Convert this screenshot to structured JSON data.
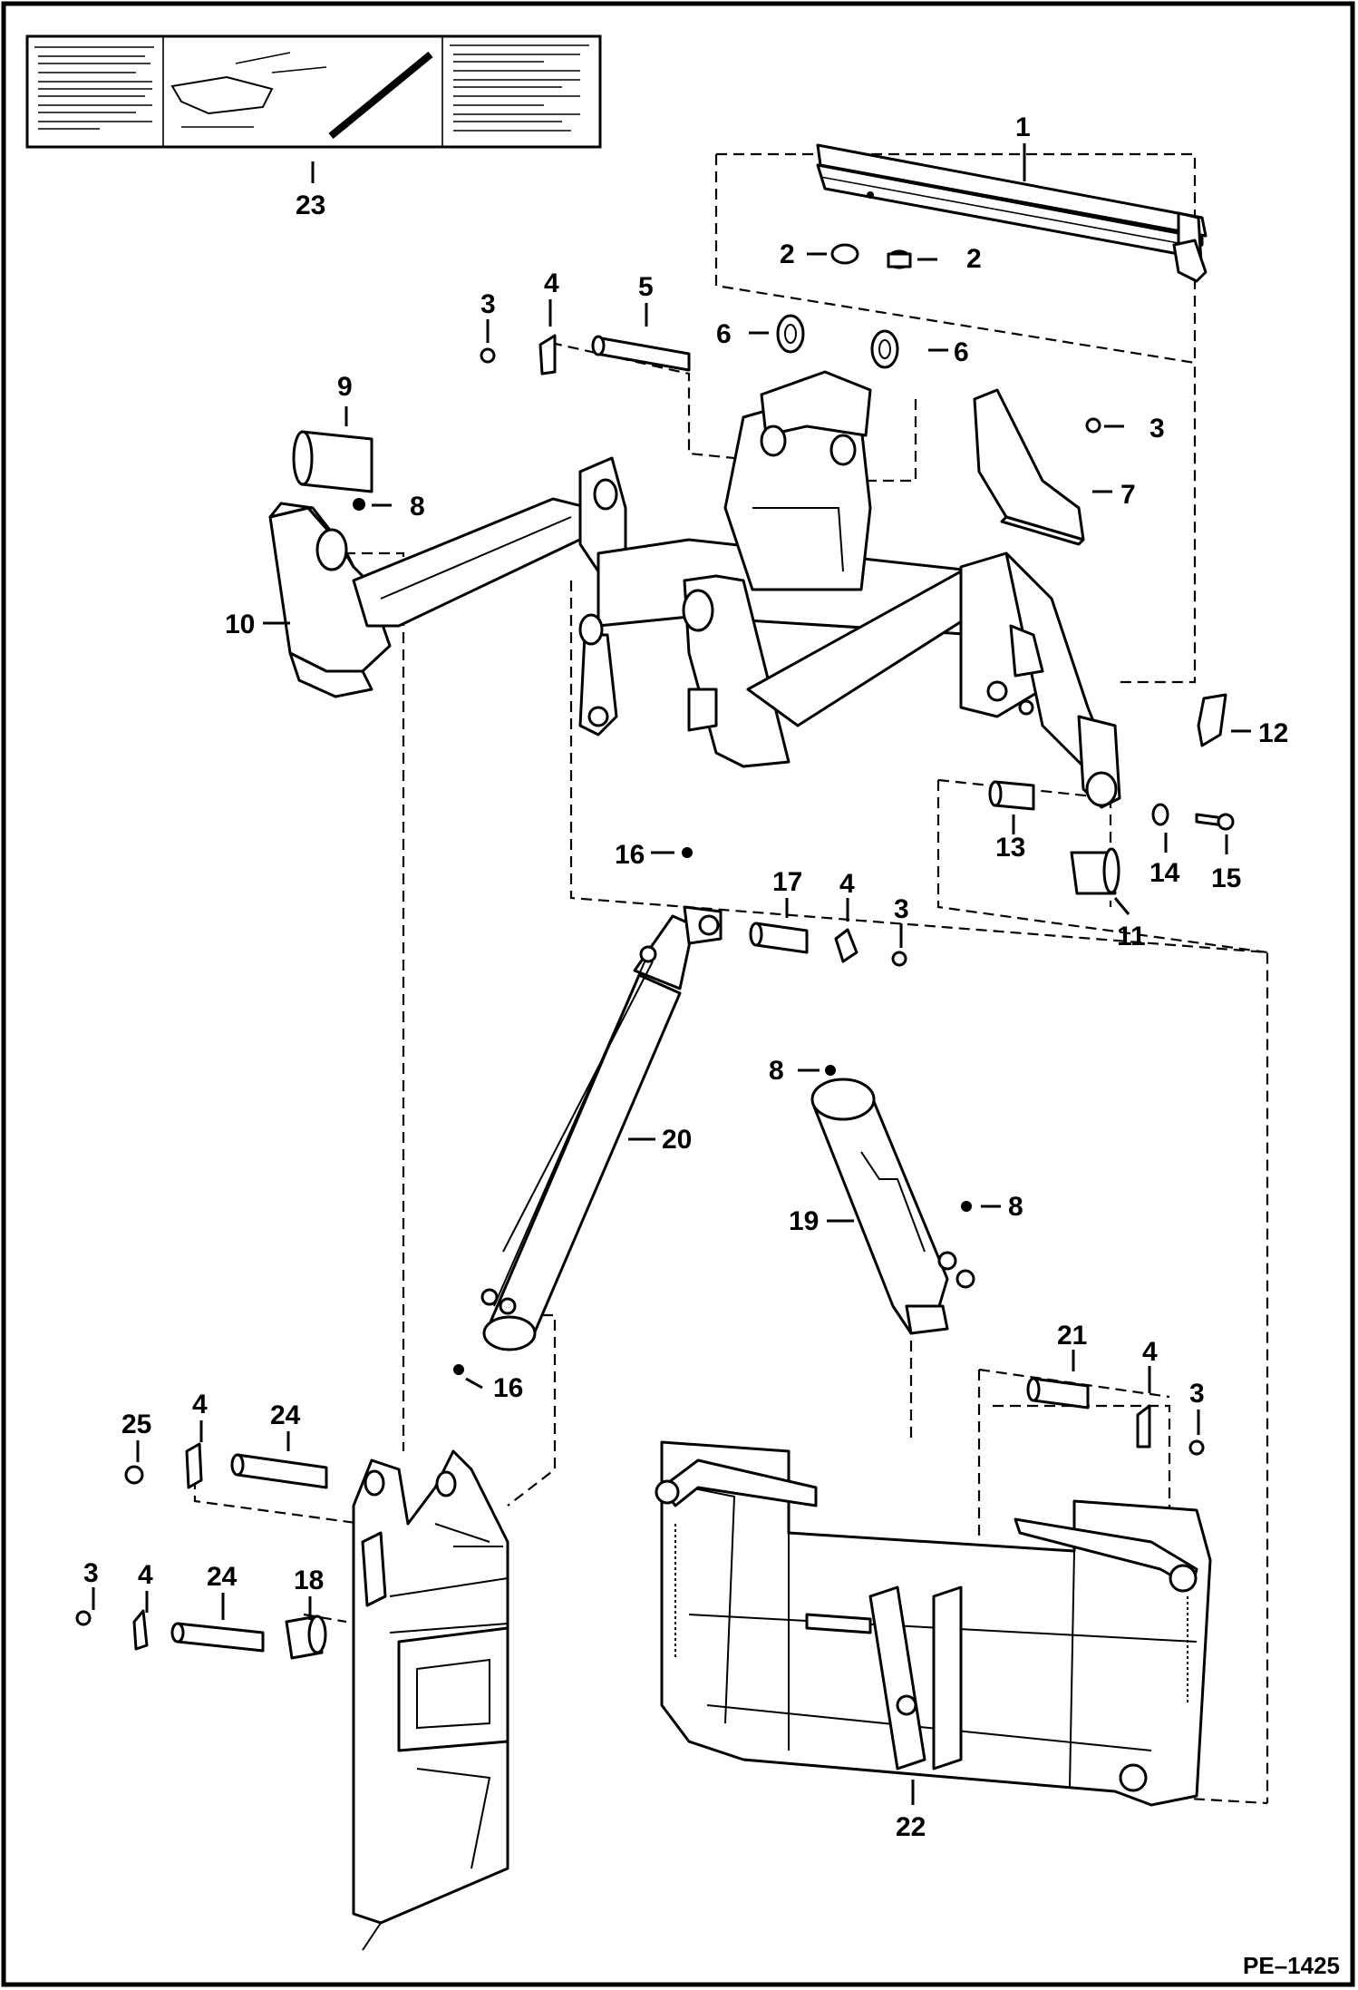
{
  "diagram": {
    "reference_code": "PE–1425",
    "callouts": [
      "1",
      "2",
      "2",
      "3",
      "3",
      "3",
      "3",
      "3",
      "4",
      "4",
      "4",
      "4",
      "4",
      "5",
      "6",
      "6",
      "7",
      "8",
      "8",
      "8",
      "9",
      "10",
      "11",
      "12",
      "13",
      "14",
      "15",
      "16",
      "16",
      "17",
      "18",
      "19",
      "20",
      "21",
      "22",
      "23",
      "24",
      "24",
      "25"
    ]
  },
  "colors": {
    "line": "#000000",
    "background": "#ffffff"
  }
}
